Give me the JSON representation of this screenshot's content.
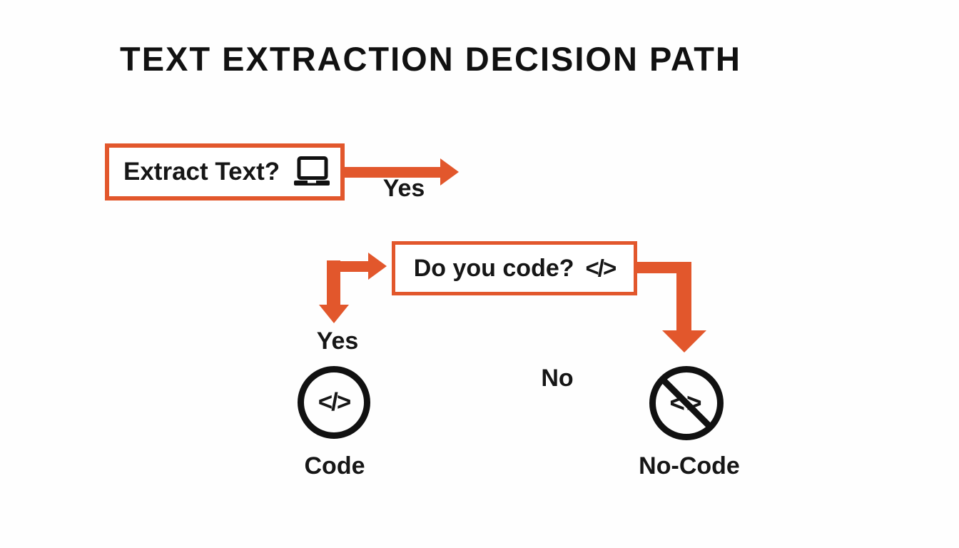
{
  "title": "TEXT EXTRACTION DECISION PATH",
  "colors": {
    "accent": "#E2572C",
    "ink": "#161616",
    "background": "#FEFEFE"
  },
  "flowchart": {
    "root": {
      "label": "Extract Text?",
      "icon": "laptop-icon"
    },
    "root_branch": {
      "label": "Yes"
    },
    "decision": {
      "label": "Do you code?",
      "icon_glyph": "</>"
    },
    "yes_branch": {
      "label": "Yes"
    },
    "no_branch": {
      "label": "No"
    },
    "outcome_code": {
      "label": "Code",
      "icon_glyph": "</>"
    },
    "outcome_nocode": {
      "label": "No-Code",
      "icon_glyph": "<>"
    }
  }
}
